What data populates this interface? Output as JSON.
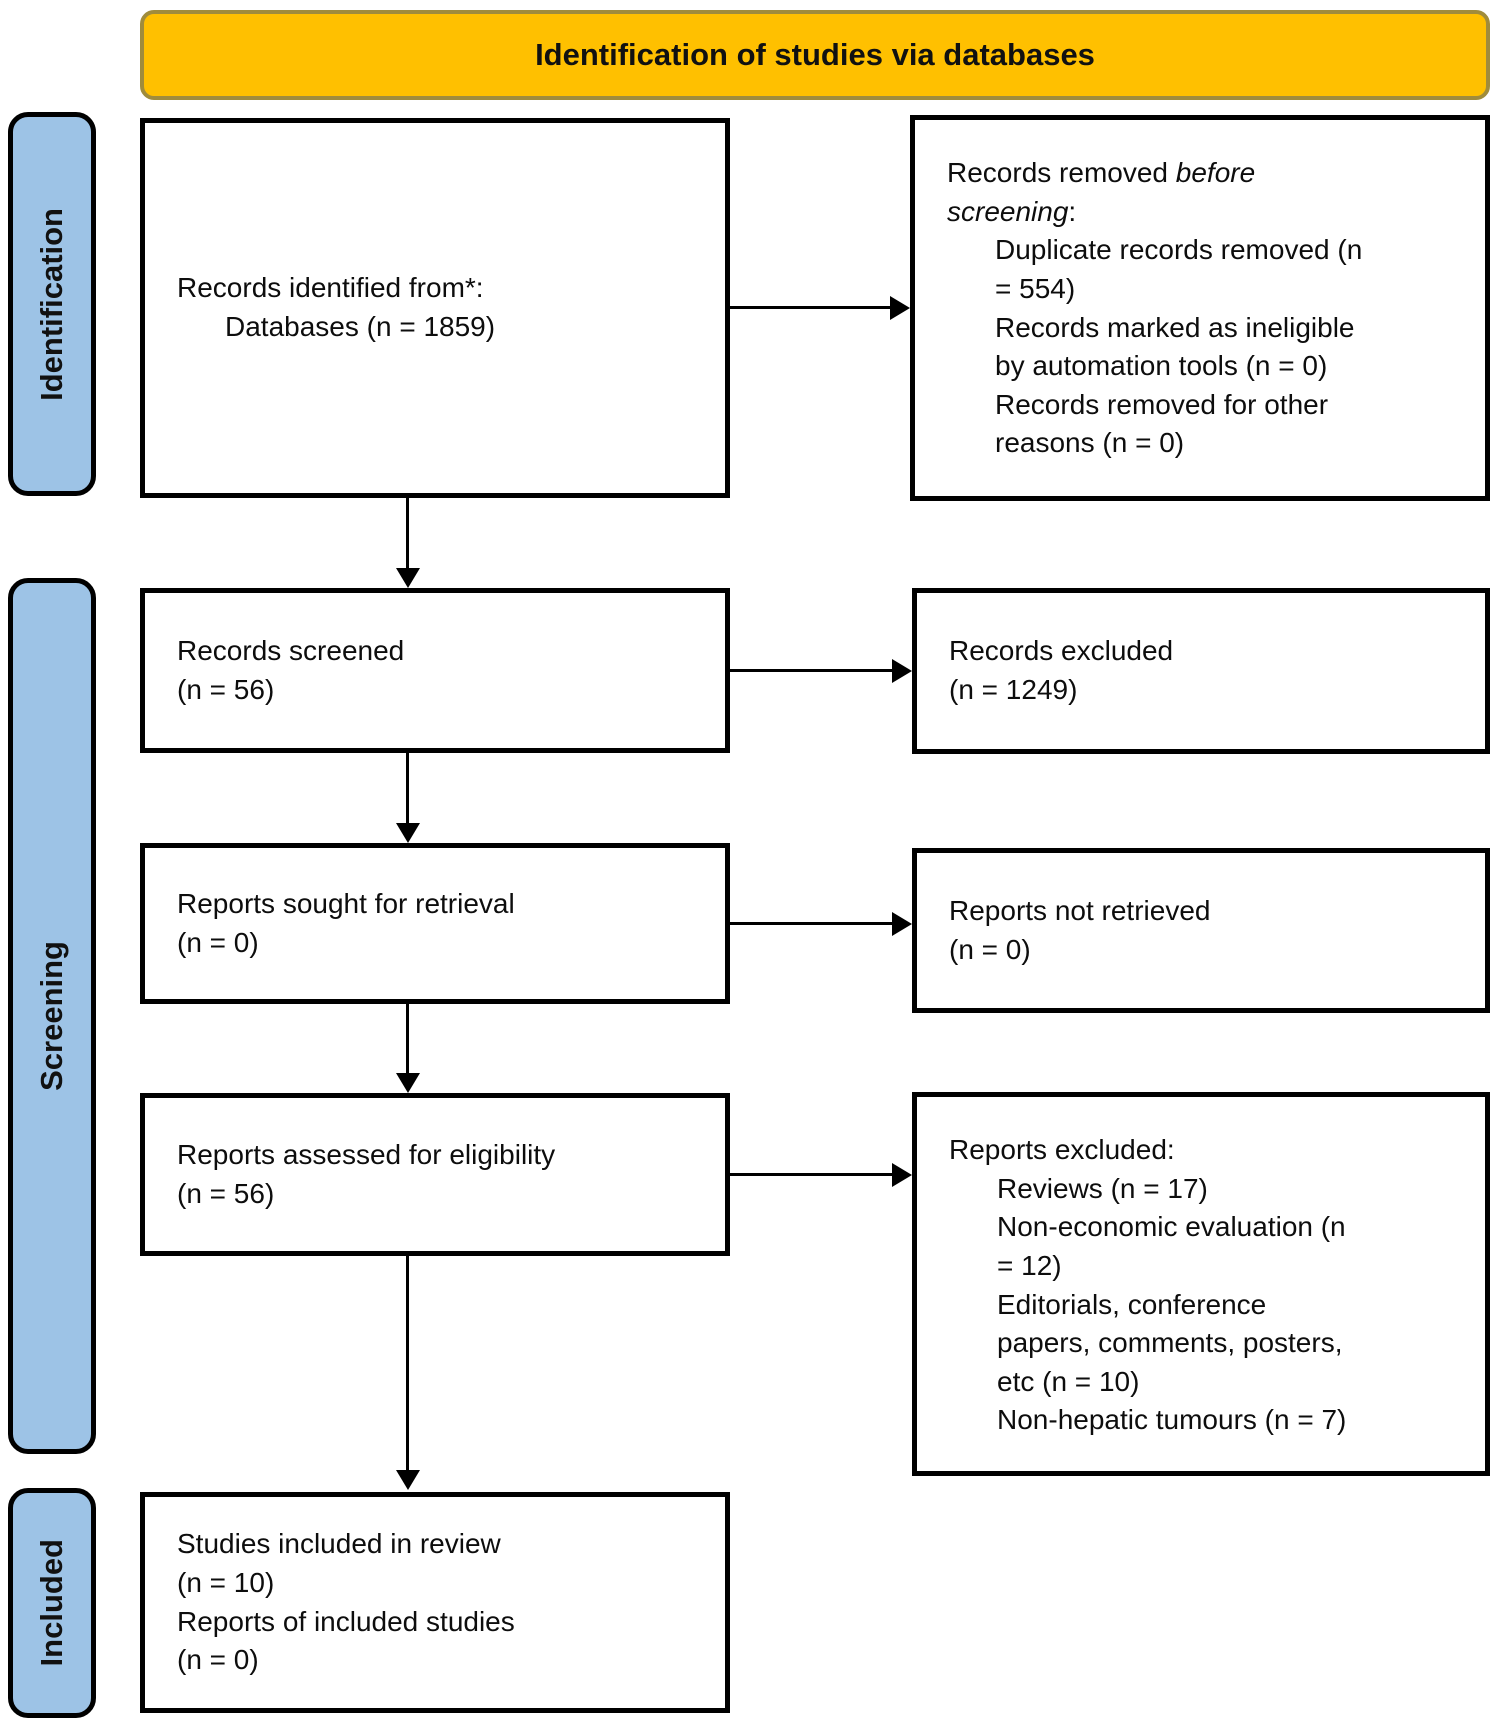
{
  "title": "Identification of studies via databases",
  "colors": {
    "header_bg": "#FFC000",
    "header_border": "#A08C3C",
    "stage_bg": "#9DC3E6",
    "box_border": "#000000"
  },
  "stages": [
    {
      "label": "Identification"
    },
    {
      "label": "Screening"
    },
    {
      "label": "Included"
    }
  ],
  "boxes": {
    "identified": {
      "line1": "Records identified from*:",
      "line2": "Databases (n = 1859)"
    },
    "removed": {
      "prefix": "Records removed ",
      "italic": "before\nscreening",
      "suffix": ":",
      "items": [
        "Duplicate records removed (n\n= 554)",
        "Records marked as ineligible\nby automation tools (n = 0)",
        "Records removed for other\nreasons (n = 0)"
      ]
    },
    "screened": {
      "text": "Records screened\n(n = 56)"
    },
    "records_excluded": {
      "text": "Records excluded\n(n = 1249)"
    },
    "sought": {
      "text": "Reports sought for retrieval\n(n = 0)"
    },
    "not_retrieved": {
      "text": "Reports not retrieved\n(n = 0)"
    },
    "assessed": {
      "text": "Reports assessed for eligibility\n(n = 56)"
    },
    "reports_excluded": {
      "heading": "Reports excluded:",
      "items": [
        "Reviews (n = 17)",
        "Non-economic evaluation (n\n= 12)",
        "Editorials, conference\npapers, comments, posters,\netc (n = 10)",
        "Non-hepatic tumours (n = 7)"
      ]
    },
    "included": {
      "text": "Studies included in review\n(n = 10)\nReports of included studies\n(n = 0)"
    }
  }
}
